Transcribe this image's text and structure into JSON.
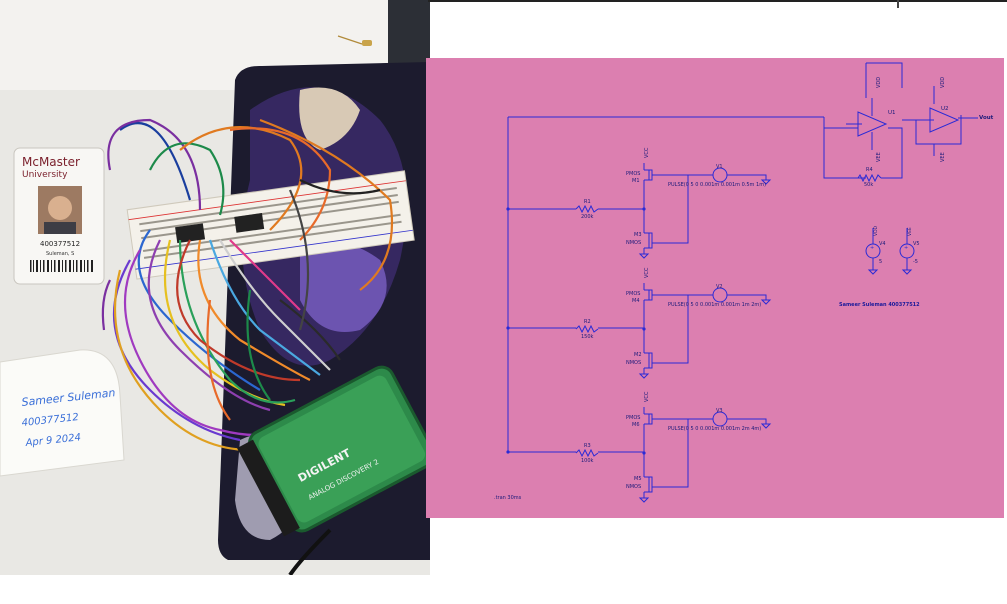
{
  "photo": {
    "id_card": {
      "university_line1": "McMaster",
      "university_line2": "University",
      "id_number": "400377512",
      "name": "Suleman, S"
    },
    "note": {
      "line1": "Sameer Suleman",
      "line2": "400377512",
      "line3": "Apr 9 2024"
    },
    "device": {
      "brand": "DIGILENT",
      "product": "ANALOG DISCOVERY 2"
    }
  },
  "schematic": {
    "colors": {
      "background": "#dc7fb0",
      "wire": "#2a2ad6",
      "text": "#1a1a7a"
    },
    "author": "Sameer Suleman 400377512",
    "directive": ".tran 30ms",
    "output_label": "Vout",
    "stages": [
      {
        "pmos_type": "PMOS",
        "pmos_name": "M1",
        "nmos_type": "NMOS",
        "nmos_name": "M3",
        "resistor_name": "R1",
        "resistor_value": "200k",
        "source_name": "V1",
        "source_value": "PULSE(0 5 0 0.001m 0.001m 0.5m 1m)"
      },
      {
        "pmos_type": "PMOS",
        "pmos_name": "M4",
        "nmos_type": "NMOS",
        "nmos_name": "M2",
        "resistor_name": "R2",
        "resistor_value": "150k",
        "source_name": "V2",
        "source_value": "PULSE(0 5 0 0.001m 0.001m 1m 2m)"
      },
      {
        "pmos_type": "PMOS",
        "pmos_name": "M6",
        "nmos_type": "NMOS",
        "nmos_name": "M5",
        "resistor_name": "R3",
        "resistor_value": "100k",
        "source_name": "V3",
        "source_value": "PULSE(0 5 0 0.001m 0.001m 2m 4m)"
      }
    ],
    "supply_label": "VCC",
    "feedback": {
      "name": "R4",
      "value": "50k"
    },
    "opamps": [
      {
        "name": "U1"
      },
      {
        "name": "U2"
      }
    ],
    "vdd_label": "VDD",
    "vee_label": "VEE",
    "supplies": [
      {
        "name": "V4",
        "value": "5"
      },
      {
        "name": "V5",
        "value": "-5"
      }
    ]
  }
}
